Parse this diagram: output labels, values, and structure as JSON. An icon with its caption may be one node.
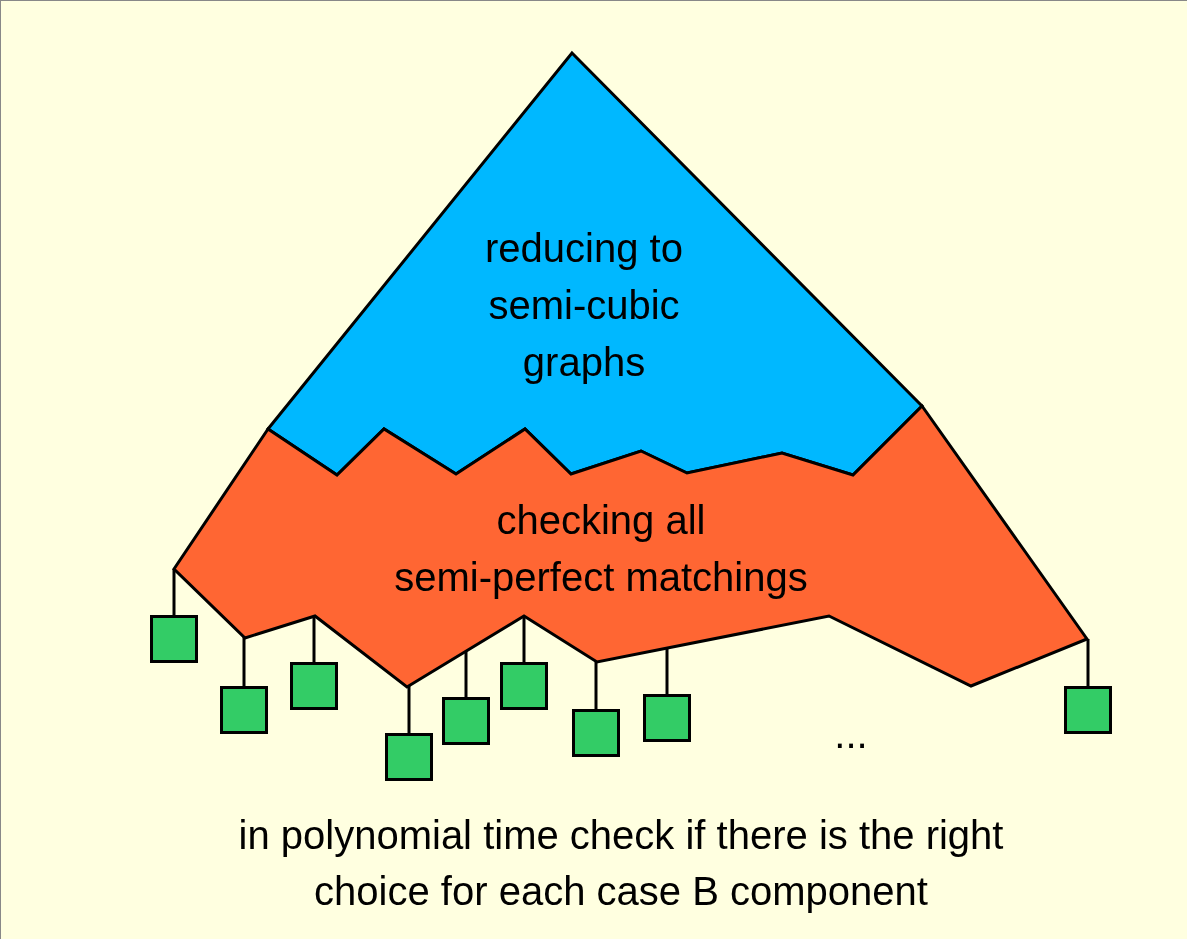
{
  "diagram": {
    "nodes": [
      {
        "text": [
          "reducing to semi-cubic graphs"
        ]
      },
      {
        "text": [
          "checking all semi-perfect matchings"
        ]
      },
      {
        "text": [],
        "shape": "box"
      },
      {
        "text": [],
        "shape": "box"
      },
      {
        "text": [],
        "shape": "box"
      },
      {
        "text": [],
        "shape": "box"
      },
      {
        "text": [],
        "shape": "box"
      },
      {
        "text": [],
        "shape": "box"
      },
      {
        "text": [],
        "shape": "box"
      },
      {
        "text": [],
        "shape": "box"
      },
      {
        "text": [],
        "shape": "box"
      }
    ],
    "edges": [
      {
        "from": 1,
        "to": 2,
        "arrow": "none"
      },
      {
        "from": 1,
        "to": 3,
        "arrow": "none"
      },
      {
        "from": 1,
        "to": 4,
        "arrow": "none"
      },
      {
        "from": 1,
        "to": 5,
        "arrow": "none"
      },
      {
        "from": 1,
        "to": 6,
        "arrow": "none"
      },
      {
        "from": 1,
        "to": 7,
        "arrow": "none"
      },
      {
        "from": 1,
        "to": 8,
        "arrow": "none"
      },
      {
        "from": 1,
        "to": 9,
        "arrow": "none"
      },
      {
        "from": 1,
        "to": 10,
        "arrow": "none"
      }
    ],
    "labels": [
      "...",
      "in polynomial time check if there is the right choice for each case B component"
    ]
  }
}
